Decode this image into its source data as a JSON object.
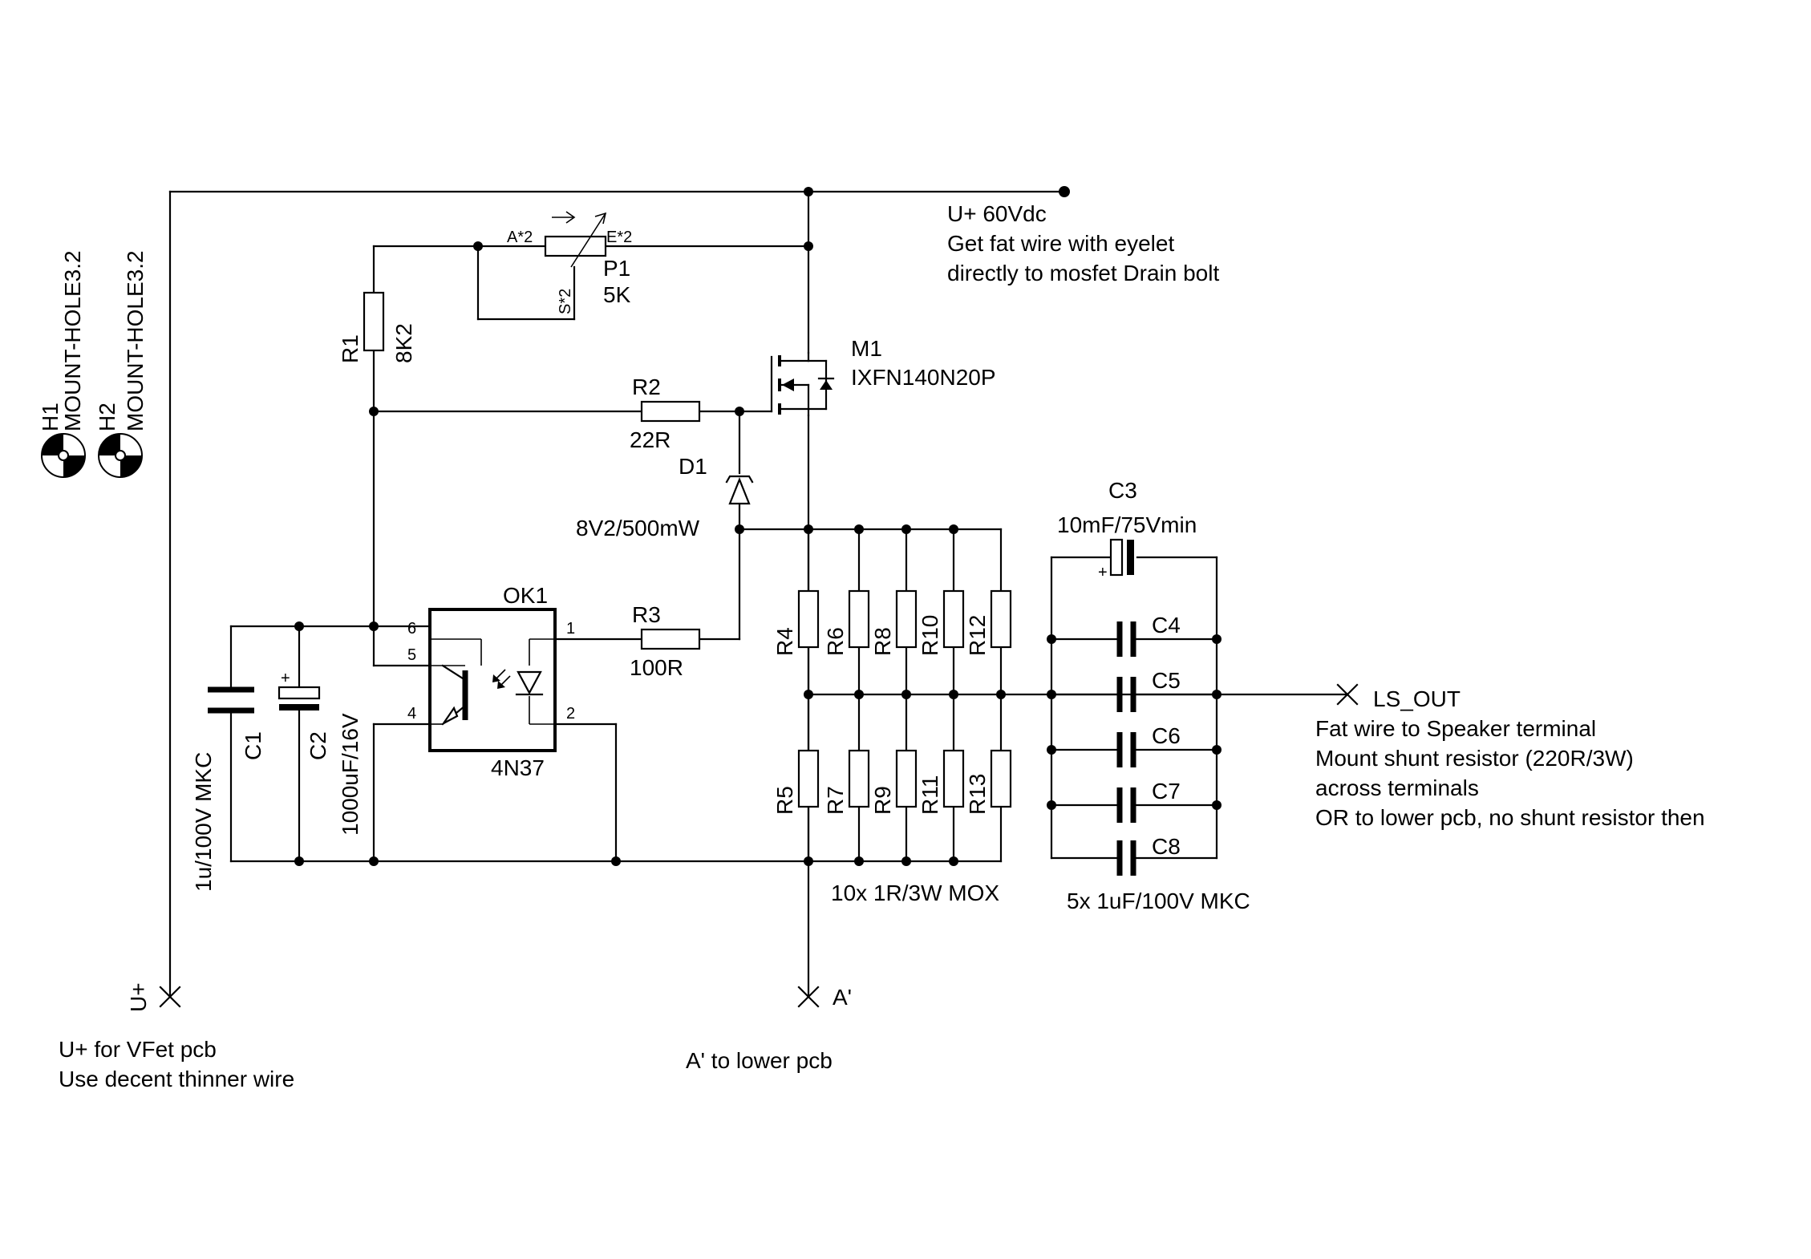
{
  "colors": {
    "ink": "#000000",
    "background": "#ffffff"
  },
  "labels": {
    "supply_line1": "U+ 60Vdc",
    "supply_line2": "Get fat wire with eyelet",
    "supply_line3": "directly to mosfet Drain bolt",
    "p1_pin_a": "A*2",
    "p1_pin_e": "E*2",
    "p1_pin_s": "S*2",
    "p1_name": "P1",
    "p1_value": "5K",
    "r1_name": "R1",
    "r1_value": "8K2",
    "m1_name": "M1",
    "m1_value": "IXFN140N20P",
    "r2_name": "R2",
    "r2_value": "22R",
    "d1_name": "D1",
    "d1_value": "8V2/500mW",
    "h1_name": "H1",
    "h1_value": "MOUNT-HOLE3.2",
    "h2_name": "H2",
    "h2_value": "MOUNT-HOLE3.2",
    "ok1_name": "OK1",
    "ok1_value": "4N37",
    "ok1_pin1": "1",
    "ok1_pin2": "2",
    "ok1_pin4": "4",
    "ok1_pin5": "5",
    "ok1_pin6": "6",
    "r3_name": "R3",
    "r3_value": "100R",
    "c1_name": "C1",
    "c1_value": "1u/100V MKC",
    "c2_name": "C2",
    "c2_value": "1000uF/16V",
    "c2_plus": "+",
    "c3_name": "C3",
    "c3_value": "10mF/75Vmin",
    "c3_plus": "+",
    "r_top": [
      "R4",
      "R6",
      "R8",
      "R10",
      "R12"
    ],
    "r_bottom": [
      "R5",
      "R7",
      "R9",
      "R11",
      "R13"
    ],
    "resistor_bank": "10x 1R/3W MOX",
    "c_bank": [
      "C4",
      "C5",
      "C6",
      "C7",
      "C8"
    ],
    "cap_bank": "5x 1uF/100V MKC",
    "ls_out": "LS_OUT",
    "ls_line1": "Fat wire to Speaker terminal",
    "ls_line2": "Mount shunt resistor (220R/3W)",
    "ls_line3": "across terminals",
    "ls_line4": "OR to lower pcb, no shunt resistor then",
    "uplus_pin": "U+",
    "uplus_line1": "U+ for VFet pcb",
    "uplus_line2": "Use decent thinner wire",
    "a_pin": "A'",
    "a_note": "A' to lower pcb"
  }
}
